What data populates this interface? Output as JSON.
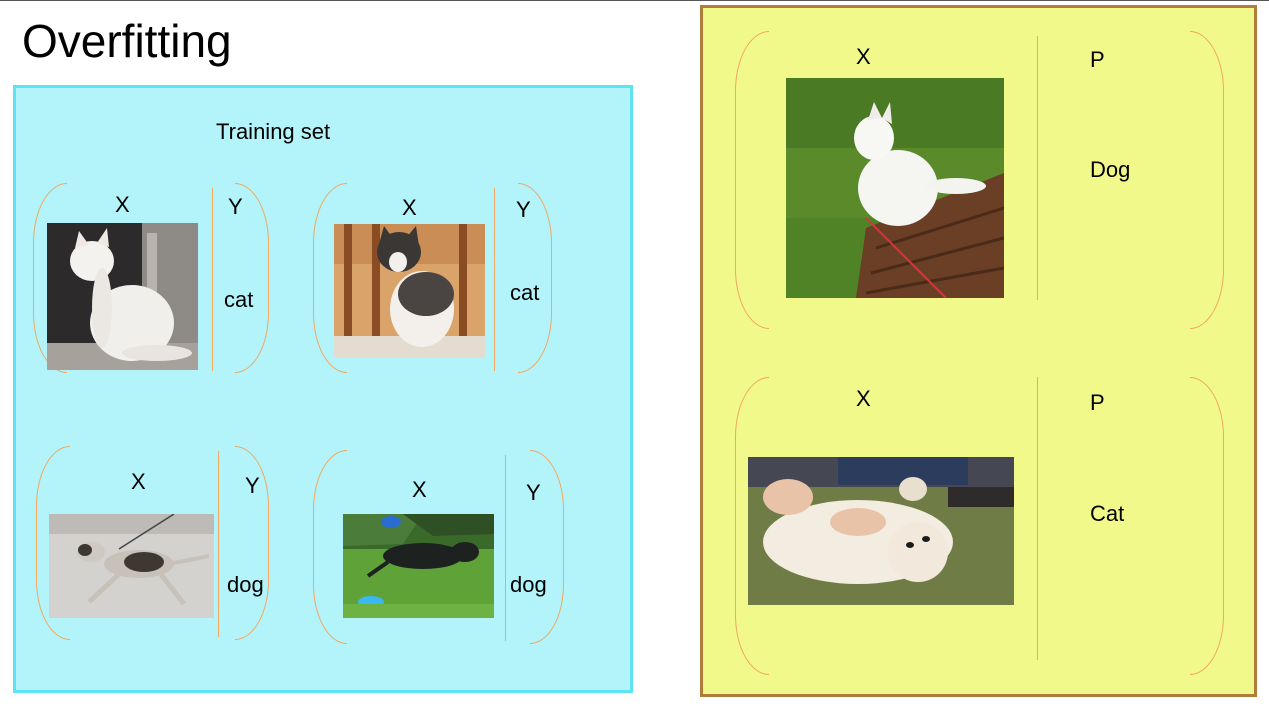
{
  "title": "Overfitting",
  "training": {
    "label": "Training set",
    "examples": [
      {
        "x": "X",
        "y": "Y",
        "label": "cat",
        "image": "white-cat-photo"
      },
      {
        "x": "X",
        "y": "Y",
        "label": "cat",
        "image": "tabby-cat-photo"
      },
      {
        "x": "X",
        "y": "Y",
        "label": "dog",
        "image": "running-dog-photo"
      },
      {
        "x": "X",
        "y": "Y",
        "label": "dog",
        "image": "black-dog-photo"
      }
    ]
  },
  "test": {
    "examples": [
      {
        "x": "X",
        "p": "P",
        "prediction": "Dog",
        "image": "cat-on-grass-photo"
      },
      {
        "x": "X",
        "p": "P",
        "prediction": "Cat",
        "image": "golden-dog-photo"
      }
    ]
  },
  "colors": {
    "training_bg": "#b3f4fa",
    "training_border": "#5ee3f2",
    "test_bg": "#f2f98b",
    "test_border": "#b17c3a",
    "bracket": "#f0a760"
  }
}
